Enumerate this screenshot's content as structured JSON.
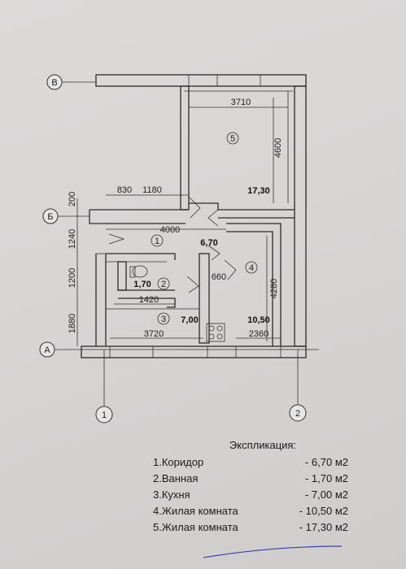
{
  "axes": {
    "b": "В",
    "be": "Б",
    "a": "А",
    "n1": "1",
    "n2": "2"
  },
  "dimensions": {
    "d3710": "3710",
    "d4600": "4600",
    "d830": "830",
    "d1180": "1180",
    "d200": "200",
    "d4000": "4000",
    "d1240": "1240",
    "d1200": "1200",
    "d1880": "1880",
    "d1420": "1420",
    "d3720": "3720",
    "d2360": "2360",
    "d4280": "4280",
    "d660": "660"
  },
  "rooms": {
    "r1": {
      "num": "1",
      "area": "6,70"
    },
    "r2": {
      "num": "2",
      "area": "1,70"
    },
    "r3": {
      "num": "3",
      "area": "7,00"
    },
    "r4": {
      "num": "4",
      "area": "10,50"
    },
    "r5": {
      "num": "5",
      "area": "17,30"
    }
  },
  "legend": {
    "title": "Экспликация:",
    "items": [
      {
        "name": "1.Коридор",
        "value": "- 6,70 м2"
      },
      {
        "name": "2.Ванная",
        "value": "- 1,70 м2"
      },
      {
        "name": "3.Кухня",
        "value": "- 7,00 м2"
      },
      {
        "name": "4.Жилая комната",
        "value": "- 10,50 м2"
      },
      {
        "name": "5.Жилая комната",
        "value": "- 17,30 м2"
      }
    ]
  }
}
